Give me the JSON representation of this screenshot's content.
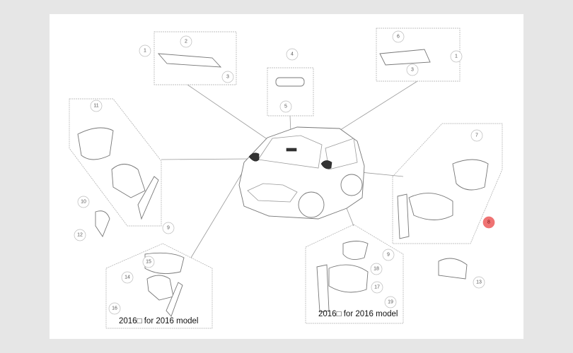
{
  "diagram": {
    "callouts": [
      {
        "id": "c1a",
        "label": "1"
      },
      {
        "id": "c2",
        "label": "2"
      },
      {
        "id": "c3a",
        "label": "3"
      },
      {
        "id": "c4",
        "label": "4"
      },
      {
        "id": "c5",
        "label": "5"
      },
      {
        "id": "c6",
        "label": "6"
      },
      {
        "id": "c1b",
        "label": "1"
      },
      {
        "id": "c3b",
        "label": "3"
      },
      {
        "id": "c11",
        "label": "11"
      },
      {
        "id": "c10",
        "label": "10"
      },
      {
        "id": "c12",
        "label": "12"
      },
      {
        "id": "c9a",
        "label": "9"
      },
      {
        "id": "c15",
        "label": "15"
      },
      {
        "id": "c14",
        "label": "14"
      },
      {
        "id": "c16",
        "label": "16"
      },
      {
        "id": "c7",
        "label": "7"
      },
      {
        "id": "c8",
        "label": "8"
      },
      {
        "id": "c9b",
        "label": "9"
      },
      {
        "id": "c13",
        "label": "13"
      },
      {
        "id": "c18",
        "label": "18"
      },
      {
        "id": "c17",
        "label": "17"
      },
      {
        "id": "c19",
        "label": "19"
      }
    ],
    "notes": {
      "left": "2016□   for 2016 model",
      "right": "2016□   for 2016 model"
    },
    "highlight_color": "#ef7373"
  }
}
